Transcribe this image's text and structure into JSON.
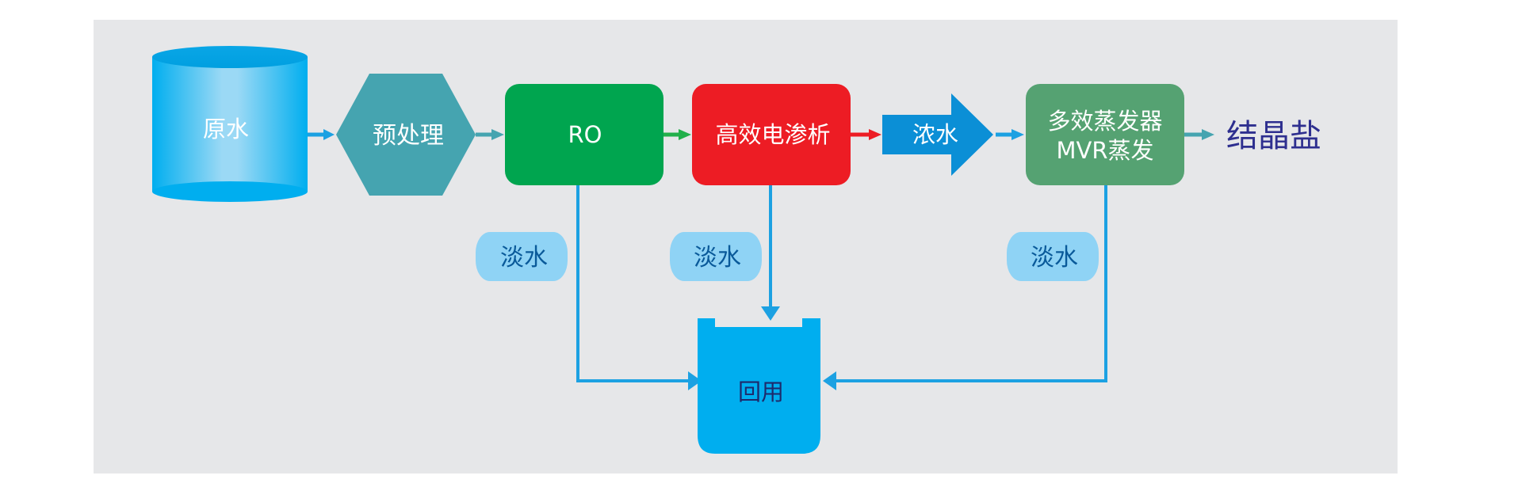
{
  "nodes": {
    "raw_water": "原水",
    "pretreatment": "预处理",
    "ro": "RO",
    "edr": "高效电渗析",
    "brine": "浓水",
    "evaporator_line1": "多效蒸发器",
    "evaporator_line2": "MVR蒸发",
    "crystal_salt": "结晶盐",
    "reuse": "回用"
  },
  "fresh_water_labels": [
    "淡水",
    "淡水",
    "淡水"
  ],
  "colors": {
    "background": "#e6e7e9",
    "raw_water": "#00aeef",
    "pretreatment": "#45a4b0",
    "ro": "#00a54f",
    "edr": "#ed1c24",
    "brine": "#0b8fd6",
    "evaporator": "#55a272",
    "crystal_salt_text": "#2e2f8f",
    "fresh_water_pill": "#8fd3f5",
    "fresh_water_text": "#0a5a9a",
    "reuse": "#00aeef",
    "reuse_text": "#1d2a6b",
    "connector_blue": "#1ca1e2"
  }
}
